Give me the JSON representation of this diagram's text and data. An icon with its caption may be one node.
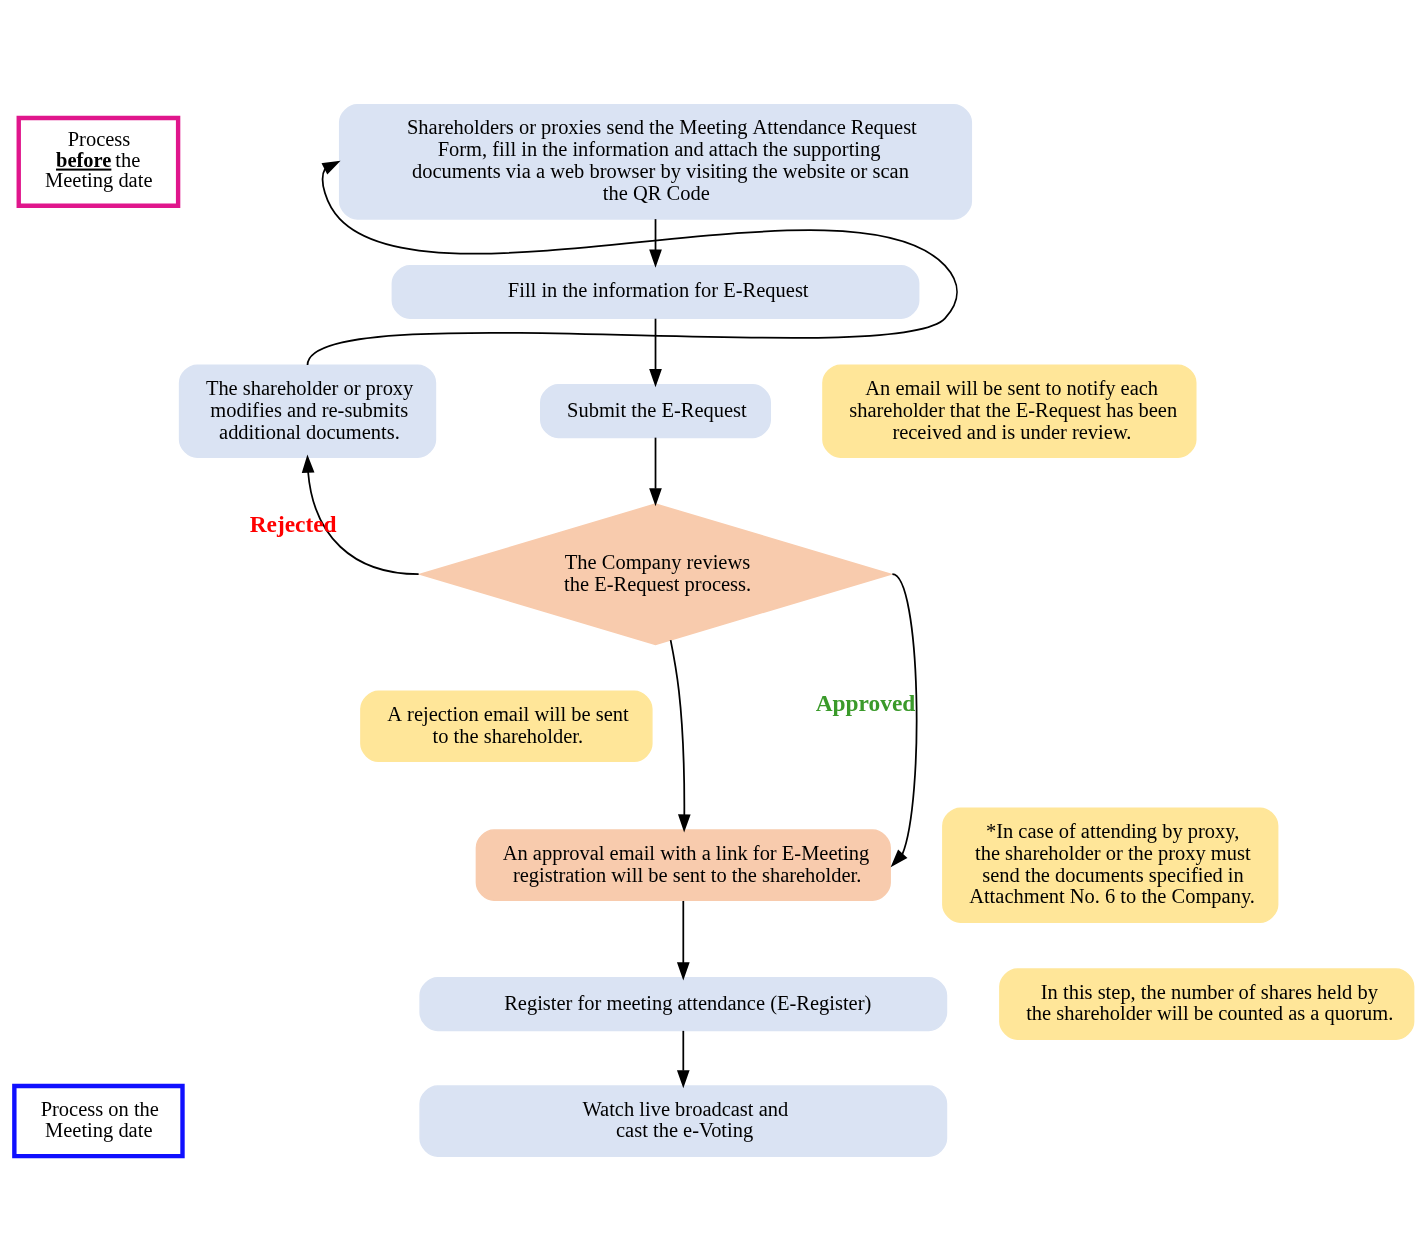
{
  "diagram": {
    "nodes": [
      {
        "text": [
          "Process **before** the Meeting date"
        ]
      },
      {
        "text": [
          "Process on the Meeting date"
        ]
      },
      {
        "text": [
          "Shareholders or proxies send the Meeting Attendance Request Form, fill in the information and attach the supporting documents via a web browser by visiting the website or scan the QR Code"
        ]
      },
      {
        "text": [
          "Fill in the information for E-Request"
        ]
      },
      {
        "text": [
          "Submit the E-Request"
        ]
      },
      {
        "text": [
          "An email will be sent to notify each shareholder that the E-Request has been received and is under review."
        ]
      },
      {
        "text": [
          "The Company reviews the E-Request process."
        ]
      },
      {
        "text": [
          "The shareholder or proxy modifies and re-submits additional documents."
        ]
      },
      {
        "text": [
          "A rejection email will be sent to the shareholder."
        ]
      },
      {
        "text": [
          "An approval email with a link for E-Meeting registration will be sent to the shareholder."
        ]
      },
      {
        "text": [
          "*In case of attending by proxy, the shareholder or the proxy must send the documents specified in Attachment No. 6 to the Company."
        ]
      },
      {
        "text": [
          "Register for meeting attendance (E-Register)"
        ]
      },
      {
        "text": [
          "In this step, the number of shares held by the shareholder will be counted as a quorum."
        ]
      },
      {
        "text": [
          "Watch live broadcast and cast the e-Voting"
        ]
      }
    ],
    "edges": [
      {
        "from": 2,
        "to": 3,
        "arrow": "to"
      },
      {
        "from": 3,
        "to": 4,
        "arrow": "to"
      },
      {
        "from": 4,
        "to": 6,
        "arrow": "to"
      },
      {
        "from": 6,
        "to": 7,
        "arrow": "to",
        "label": "Rejected"
      },
      {
        "from": 7,
        "to": 2,
        "arrow": "to"
      },
      {
        "from": 6,
        "to": 9,
        "arrow": "to"
      },
      {
        "from": 6,
        "to": 9,
        "arrow": "to",
        "label": "Approved"
      },
      {
        "from": 9,
        "to": 11,
        "arrow": "to"
      },
      {
        "from": 11,
        "to": 13,
        "arrow": "to"
      }
    ]
  }
}
